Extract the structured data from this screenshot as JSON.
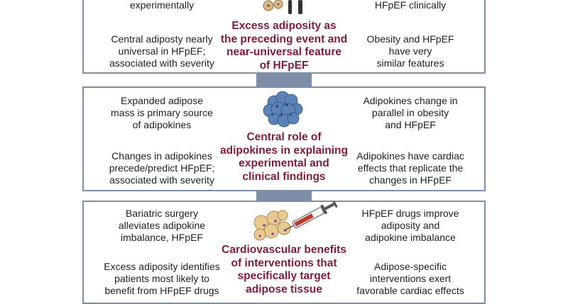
{
  "panels": [
    {
      "left_top": "experimentally",
      "left_bottom": "Central adiposty nearly\nuniversal in HFpEF;\nassociated with severity",
      "center": "Excess adiposity as\nthe preceding event and\nnear-universal feature\nof HFpEF",
      "right_top": "HFpEF clinically",
      "right_bottom": "Obesity and HFpEF\nhave very\nsimilar features",
      "icon": "adipocytes-and-people-icon"
    },
    {
      "left_top": "Expanded adipose\nmass is primary source\nof adipokines",
      "left_bottom": "Changes in adipokines\nprecede/predict HFpEF;\nassociated with severity",
      "center": "Central role of\nadipokines in explaining\nexperimental and\nclinical findings",
      "right_top": "Adipokines change in\nparallel in obesity\nand HFpEF",
      "right_bottom": "Adipokines have cardiac\neffects that replicate the\nchanges in HFpEF",
      "icon": "adipokine-protein-icon"
    },
    {
      "left_top": "Bariatric surgery\nalleviates adipokine\nimbalance, HFpEF",
      "left_bottom": "Excess adiposity identifies\npatients most likely to\nbenefit from HFpEF drugs",
      "center": "Cardiovascular benefits\nof interventions that\nspecifically target\nadipose tissue",
      "right_top": "HFpEF drugs improve\nadiposity and\nadipokine imbalance",
      "right_bottom": "Adipose-specific\ninterventions exert\nfavorable cardiac effects",
      "icon": "syringe-adipose-tissue-icon"
    }
  ]
}
